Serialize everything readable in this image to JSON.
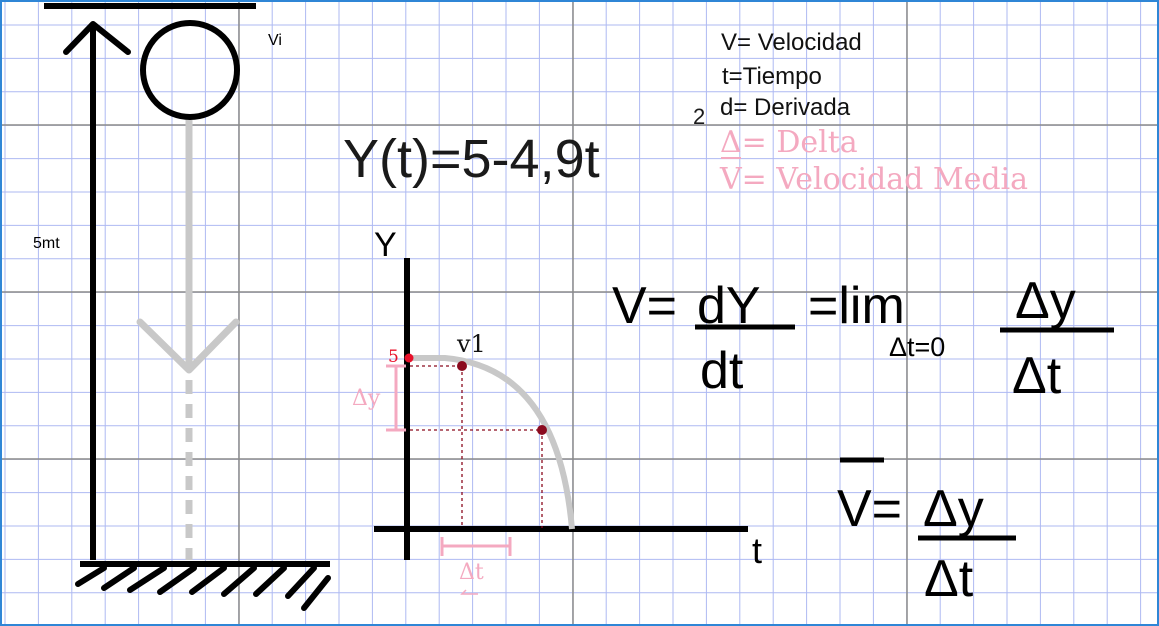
{
  "ball": {
    "velocity_label": "Vi",
    "height_label": "5mt"
  },
  "legend": {
    "velocity": "V= Velocidad",
    "time": "t=Tiempo",
    "derivative": "d= Derivada",
    "delta": "Δ= Delta",
    "mean_velocity": "V= Velocidad Media"
  },
  "equation": {
    "position_base": "Y(t)=5-4,9t",
    "position_exponent": "2"
  },
  "graph": {
    "y_axis_label": "Y",
    "x_axis_label": "t",
    "y_tick_5": "5",
    "point_label": "v1",
    "delta_y_label": "Δy",
    "delta_t_label": "Δt"
  },
  "instant_velocity": {
    "lhs": "V=",
    "numerator": "dY",
    "denominator": "dt",
    "equals_lim": "=lim",
    "lim_subscript": "Δt=0",
    "delta_num": "Δy",
    "delta_den": "Δt"
  },
  "mean_velocity": {
    "lhs": "V=",
    "numerator": "Δy",
    "denominator": "Δt"
  },
  "colors": {
    "grid_fine": "#aeb9f2",
    "grid_major": "#7f7f7f",
    "ink": "#000000",
    "ghost": "#c8c8c8",
    "pink": "#f4a9c0",
    "point": "#8b0a1e",
    "bright_point": "#e8102a",
    "frame": "#2f86d6"
  }
}
